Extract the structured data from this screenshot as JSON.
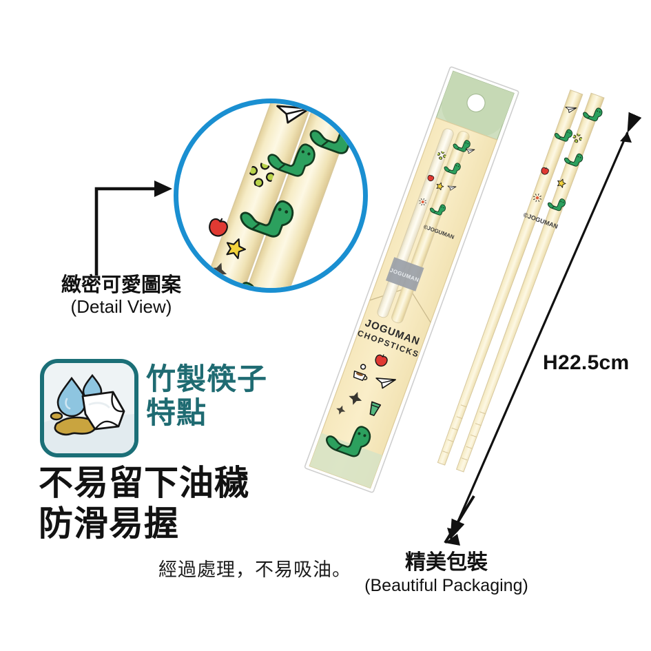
{
  "page": {
    "background": "#ffffff",
    "product": "JOGUMAN bamboo dinosaur chopsticks"
  },
  "detail": {
    "label_cn": "緻密可愛圖案",
    "label_en": "(Detail View)",
    "circle_color": "#1a8fd1",
    "arrow_name": "elbow-arrow-to-detail"
  },
  "feature": {
    "icon_name": "oil-resistant-icon",
    "icon_colors": {
      "border": "#1b6f77",
      "drop": "#8ec5e0",
      "oil": "#c9a43f",
      "cloth": "#ffffff",
      "panel": "#eef3f5"
    },
    "heading_line1": "竹製筷子",
    "heading_line2": "特點",
    "heading_color": "#1f6b72",
    "body_line1": "不易留下油穢",
    "body_line2": "防滑易握",
    "body_color": "#121212",
    "note": "經過處理，不易吸油。"
  },
  "package": {
    "brand": "JOGUMAN",
    "product_word": "CHOPSTICKS",
    "copyright": "©JOGUMAN",
    "band_text": "JOGUMAN",
    "header_color": "#cfdfc0",
    "sleeve_color": "#f8ecc3",
    "hang_hole": "hang-hole",
    "icons": [
      "apple",
      "paper-plane",
      "coffee-cup",
      "green-cup",
      "sparkle",
      "dinosaur"
    ]
  },
  "dimension": {
    "label": "H22.5cm",
    "arrow_name": "height-dimension-arrow"
  },
  "packaging_caption": {
    "label_cn": "精美包裝",
    "label_en": "(Beautiful Packaging)",
    "arrow_name": "packaging-pointer-arrow"
  },
  "chopsticks": {
    "body_color": "#f6ecc6",
    "dino_color": "#2ca05e",
    "accent_apple": "#e03a33",
    "accent_star": "#f2d23c"
  }
}
